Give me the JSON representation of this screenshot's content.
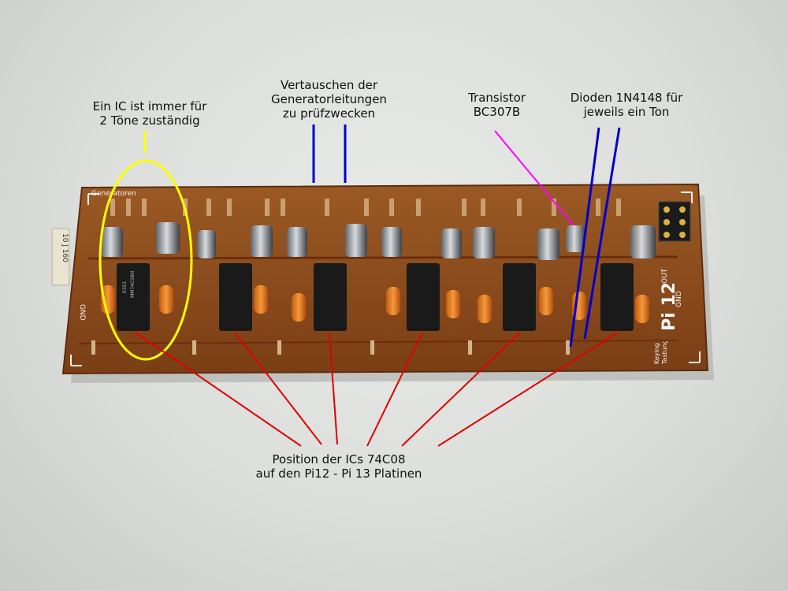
{
  "annotations": {
    "ic_two_tones": {
      "line1": "Ein IC ist immer für",
      "line2": "2 Töne zuständig",
      "color": "#ffff00"
    },
    "swap_generator": {
      "line1": "Vertauschen der",
      "line2": "Generatorleitungen",
      "line3": "zu prüfzwecken",
      "color": "#0000cc"
    },
    "transistor": {
      "line1": "Transistor",
      "line2": "BC307B",
      "color": "#ff00ff"
    },
    "diodes": {
      "line1": "Dioden 1N4148 für",
      "line2": "jeweils ein Ton",
      "color": "#0000cc"
    },
    "ic_position": {
      "line1": "Position der ICs 74C08",
      "line2": "auf den Pi12 - Pi 13 Platinen",
      "color": "#e00000"
    }
  },
  "board": {
    "name": "Pi 12",
    "silkscreen_generators": "Generatoren",
    "silkscreen_out": "OUT",
    "silkscreen_gnd": "GND",
    "silkscreen_keying": "Keying",
    "silkscreen_tastung": "Tastung",
    "resistor_text": "10 J 160",
    "chip_markings": [
      "0351",
      "MM74C08N"
    ],
    "color": "#8a4a1e"
  }
}
